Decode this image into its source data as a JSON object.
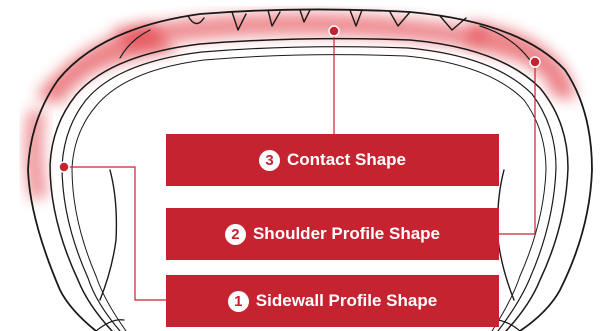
{
  "colors": {
    "accent": "#c62330",
    "outline": "#1a1a1a",
    "highlight": "#e0303b",
    "background": "#ffffff"
  },
  "labels": [
    {
      "number": "3",
      "text": "Contact Shape"
    },
    {
      "number": "2",
      "text": "Shoulder Profile Shape"
    },
    {
      "number": "1",
      "text": "Sidewall Profile Shape"
    }
  ]
}
